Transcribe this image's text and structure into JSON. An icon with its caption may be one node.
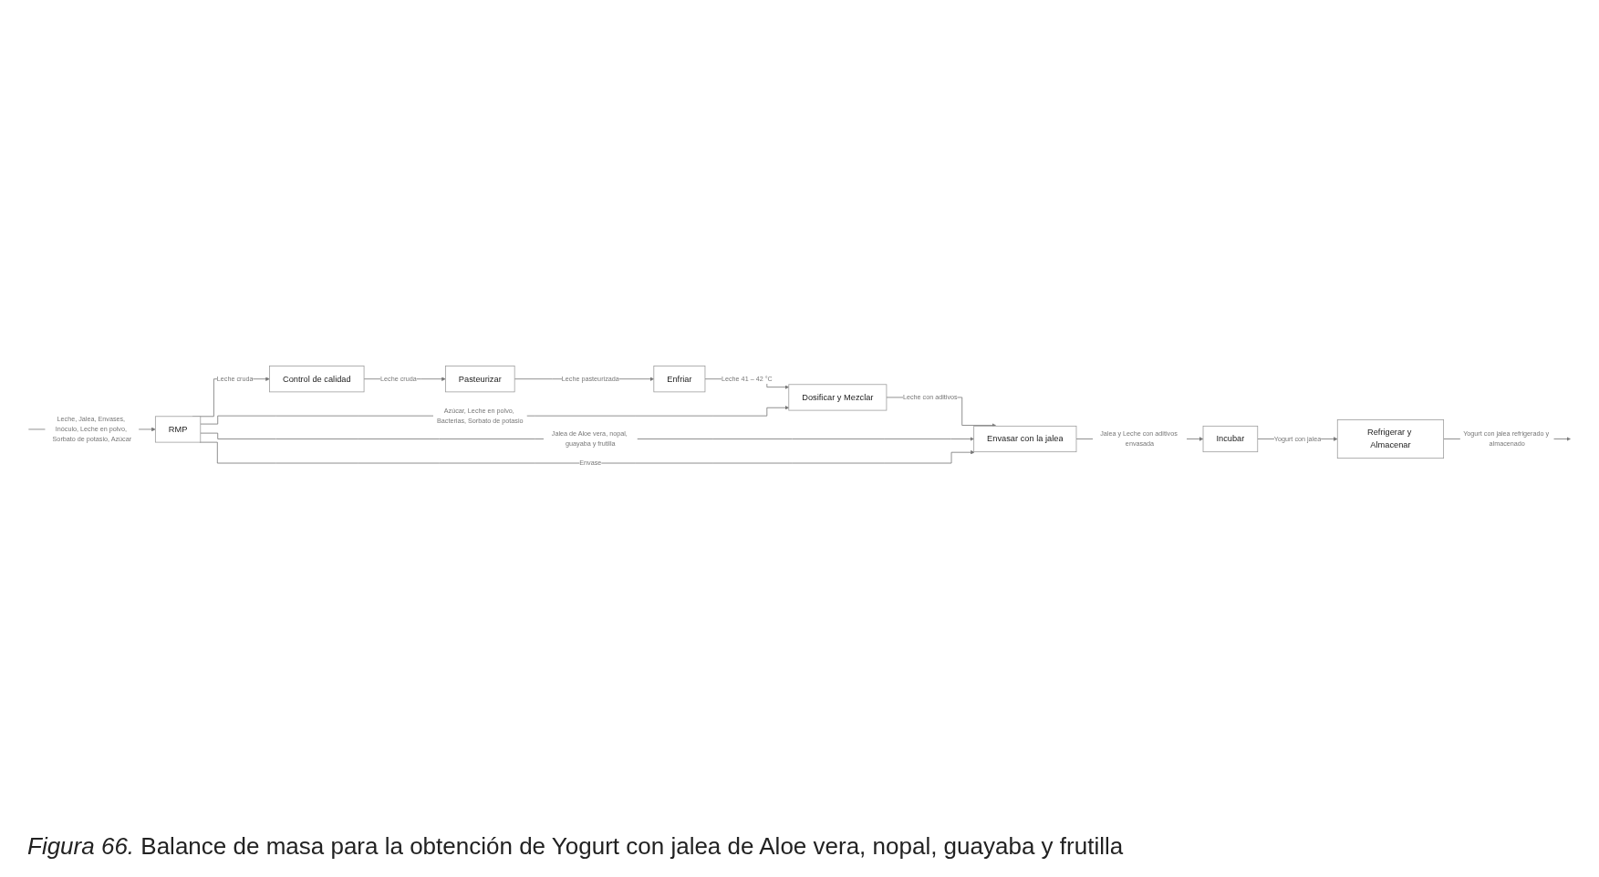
{
  "diagram": {
    "caption": "*Figura 66.* Balance de masa para la obtención de Yogurt con jalea de Aloe vera, nopal, guayaba y frutilla",
    "nodes": [
      {
        "text": [
          "RMP"
        ]
      },
      {
        "text": [
          "Control de calidad"
        ]
      },
      {
        "text": [
          "Pasteurizar"
        ]
      },
      {
        "text": [
          "Enfriar"
        ]
      },
      {
        "text": [
          "Dosificar y Mezclar"
        ]
      },
      {
        "text": [
          "Envasar con la jalea"
        ]
      },
      {
        "text": [
          "Incubar"
        ]
      },
      {
        "text": [
          "Refrigerar y Almacenar"
        ]
      }
    ],
    "edges": [
      {
        "from": null,
        "to": 0,
        "arrow": "to",
        "label": "Leche, Jalea, Envases, Inóculo, Leche en polvo, Sorbato de potasio, Azúcar"
      },
      {
        "from": 0,
        "to": 1,
        "arrow": "to",
        "label": "Leche cruda"
      },
      {
        "from": 1,
        "to": 2,
        "arrow": "to",
        "label": "Leche cruda"
      },
      {
        "from": 2,
        "to": 3,
        "arrow": "to",
        "label": "Leche pasteurizada"
      },
      {
        "from": 3,
        "to": 4,
        "arrow": "to",
        "label": "Leche 41 – 42 °C"
      },
      {
        "from": 0,
        "to": 4,
        "arrow": "to",
        "label": "Azúcar, Leche en polvo, Bacterias, Sorbato de potasio"
      },
      {
        "from": 4,
        "to": 5,
        "arrow": "to",
        "label": "Leche con aditivos"
      },
      {
        "from": 0,
        "to": 5,
        "arrow": "to",
        "label": "Jalea de Aloe vera, nopal, guayaba y frutilla"
      },
      {
        "from": 0,
        "to": 5,
        "arrow": "to",
        "label": "Envase"
      },
      {
        "from": 5,
        "to": 6,
        "arrow": "to",
        "label": "Jalea y Leche con aditivos envasada"
      },
      {
        "from": 6,
        "to": 7,
        "arrow": "to",
        "label": "Yogurt con jalea"
      },
      {
        "from": 7,
        "to": null,
        "arrow": "to",
        "label": "Yogurt con jalea refrigerado y almacenado"
      }
    ]
  }
}
